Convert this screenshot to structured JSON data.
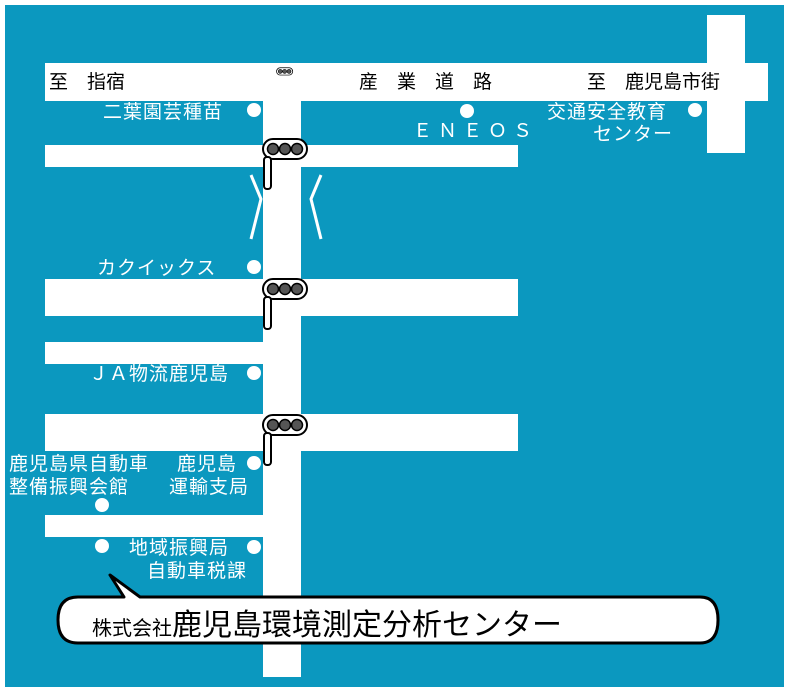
{
  "roads": {
    "top_left": "至　指宿",
    "top_middle": "産　業　道　路",
    "top_right": "至　鹿児島市街"
  },
  "landmarks": {
    "futaba": "二葉園芸種苗",
    "eneos": "ＥＮＥＯＳ",
    "kotsu_line1": "交通安全教育",
    "kotsu_line2": "センター",
    "kakuix": "カクイックス",
    "ja": "ＪＡ物流鹿児島",
    "kenjidosha_line1": "鹿児島県自動車",
    "kenjidosha_line2": "整備振興会館",
    "unyu_line1": "鹿児島",
    "unyu_line2": "運輸支局",
    "chiiki_line1": "地域振興局",
    "chiiki_line2": "自動車税課"
  },
  "destination": {
    "prefix": "株式会社",
    "name": "鹿児島環境測定分析センター"
  },
  "colors": {
    "background": "#0b98bf",
    "road": "#ffffff",
    "signal_lamp": "#555555"
  },
  "icons": [
    "traffic-signal-icon",
    "location-dot-icon",
    "bridge-icon"
  ]
}
